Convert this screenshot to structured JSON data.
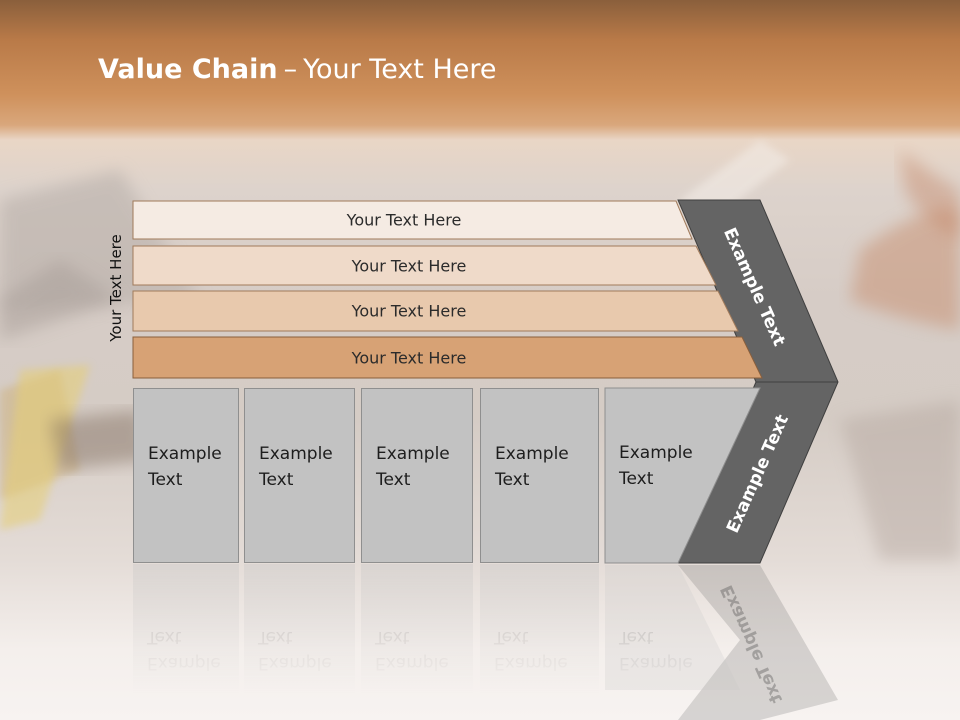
{
  "title": {
    "bold": "Value Chain",
    "separator": "–",
    "rest": "Your Text Here"
  },
  "side_label": "Your Text Here",
  "bands": [
    "Your Text Here",
    "Your Text Here",
    "Your Text Here",
    "Your Text Here"
  ],
  "columns": [
    "Example\nText",
    "Example\nText",
    "Example\nText",
    "Example\nText",
    "Example\nText"
  ],
  "arrow": {
    "upper_label": "Example Text",
    "lower_label": "Example Text"
  },
  "colors": {
    "band_1": "#f5ebe3",
    "band_2": "#efdac9",
    "band_3": "#e8c9ad",
    "band_4": "#d7a275",
    "column": "#c2c2c2",
    "arrow": "#646464",
    "title": "#ffffff"
  }
}
